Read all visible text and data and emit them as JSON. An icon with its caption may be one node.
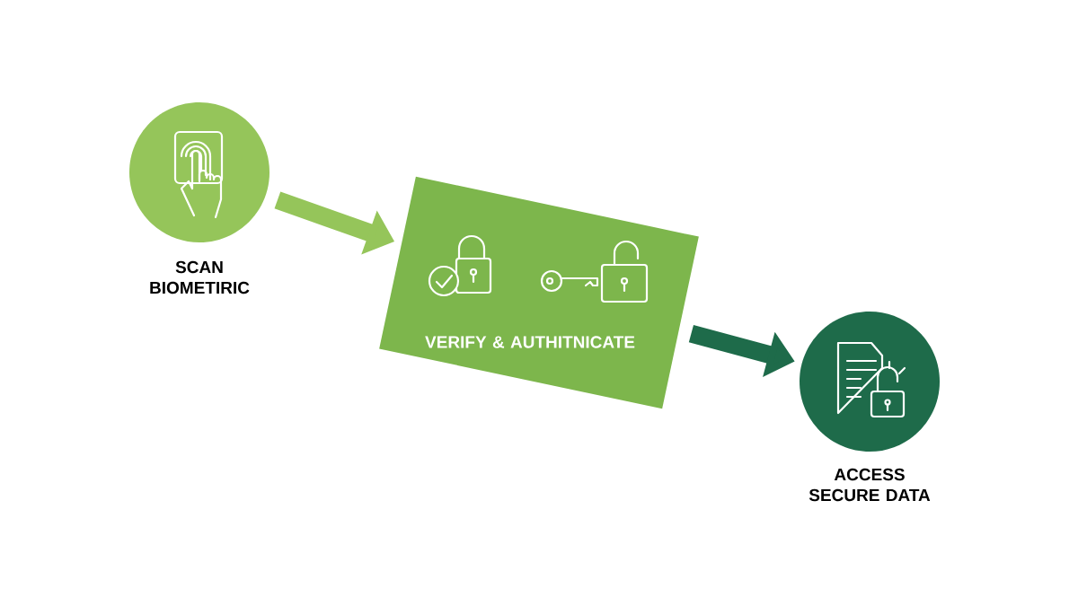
{
  "diagram": {
    "nodes": [
      {
        "text": [
          "SCAN BIOMETIRIC"
        ]
      },
      {
        "text": [
          "VERIFY & AUTHITNICATE"
        ]
      },
      {
        "text": [
          "ACCESS SECURE DATA"
        ]
      }
    ],
    "edges": [
      {
        "from": 0,
        "to": 1,
        "arrow": "to",
        "color": "#95c55a"
      },
      {
        "from": 1,
        "to": 2,
        "arrow": "to",
        "color": "#1e6b4a"
      }
    ]
  }
}
